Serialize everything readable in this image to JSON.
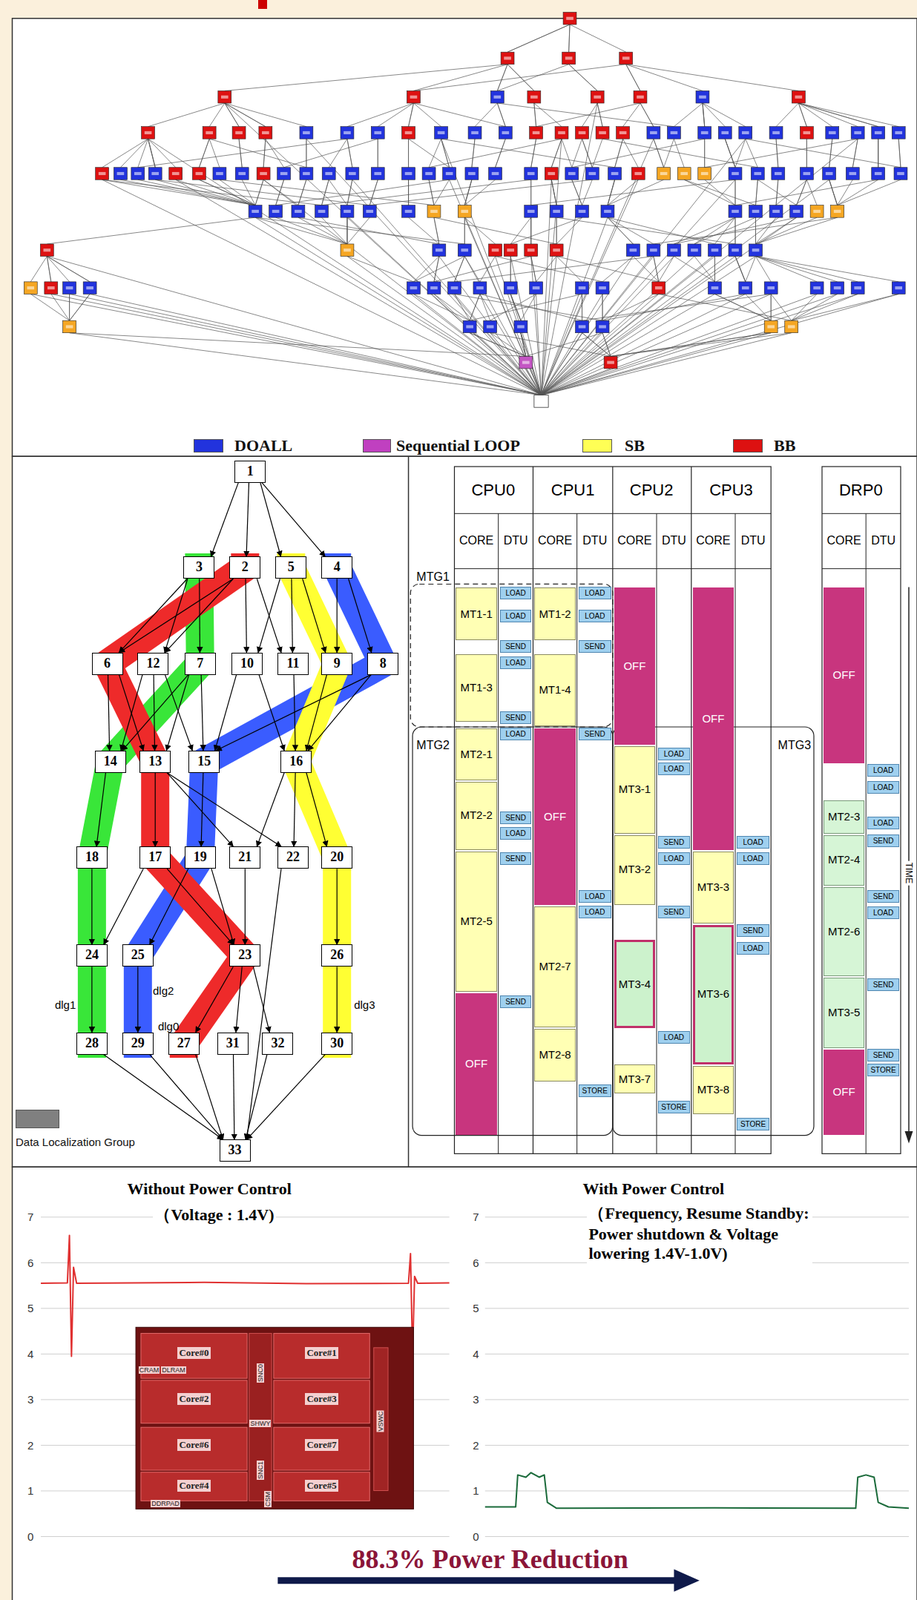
{
  "diagram": {
    "nodes": [
      {
        "text": [
          "1"
        ]
      },
      {
        "text": [
          "3"
        ]
      },
      {
        "text": [
          "2"
        ]
      },
      {
        "text": [
          "5"
        ]
      },
      {
        "text": [
          "4"
        ]
      },
      {
        "text": [
          "6"
        ]
      },
      {
        "text": [
          "12"
        ]
      },
      {
        "text": [
          "7"
        ]
      },
      {
        "text": [
          "10"
        ]
      },
      {
        "text": [
          "11"
        ]
      },
      {
        "text": [
          "9"
        ]
      },
      {
        "text": [
          "8"
        ]
      },
      {
        "text": [
          "14"
        ]
      },
      {
        "text": [
          "13"
        ]
      },
      {
        "text": [
          "15"
        ]
      },
      {
        "text": [
          "16"
        ]
      },
      {
        "text": [
          "18"
        ]
      },
      {
        "text": [
          "17"
        ]
      },
      {
        "text": [
          "19"
        ]
      },
      {
        "text": [
          "21"
        ]
      },
      {
        "text": [
          "22"
        ]
      },
      {
        "text": [
          "20"
        ]
      },
      {
        "text": [
          "24"
        ]
      },
      {
        "text": [
          "25"
        ]
      },
      {
        "text": [
          "23"
        ]
      },
      {
        "text": [
          "26"
        ]
      },
      {
        "text": [
          "28"
        ]
      },
      {
        "text": [
          "29"
        ]
      },
      {
        "text": [
          "27"
        ]
      },
      {
        "text": [
          "31"
        ]
      },
      {
        "text": [
          "32"
        ]
      },
      {
        "text": [
          "30"
        ]
      },
      {
        "text": [
          "33"
        ]
      },
      {
        "text": [
          "MT1-1"
        ]
      },
      {
        "text": [
          "MT1-3"
        ]
      },
      {
        "text": [
          "MT2-1"
        ]
      },
      {
        "text": [
          "MT2-2"
        ]
      },
      {
        "text": [
          "MT2-5"
        ]
      },
      {
        "text": [
          "OFF"
        ]
      },
      {
        "text": [
          "LOAD"
        ]
      },
      {
        "text": [
          "LOAD"
        ]
      },
      {
        "text": [
          "SEND"
        ]
      },
      {
        "text": [
          "LOAD"
        ]
      },
      {
        "text": [
          "SEND"
        ]
      },
      {
        "text": [
          "LOAD"
        ]
      },
      {
        "text": [
          "SEND"
        ]
      },
      {
        "text": [
          "LOAD"
        ]
      },
      {
        "text": [
          "SEND"
        ]
      },
      {
        "text": [
          "SEND"
        ]
      },
      {
        "text": [
          "MT1-2"
        ]
      },
      {
        "text": [
          "MT1-4"
        ]
      },
      {
        "text": [
          "OFF"
        ]
      },
      {
        "text": [
          "MT2-7"
        ]
      },
      {
        "text": [
          "MT2-8"
        ]
      },
      {
        "text": [
          "LOAD"
        ]
      },
      {
        "text": [
          "LOAD"
        ]
      },
      {
        "text": [
          "SEND"
        ]
      },
      {
        "text": [
          "SEND"
        ]
      },
      {
        "text": [
          "LOAD"
        ]
      },
      {
        "text": [
          "LOAD"
        ]
      },
      {
        "text": [
          "STORE"
        ]
      },
      {
        "text": [
          "OFF"
        ]
      },
      {
        "text": [
          "MT3-1"
        ]
      },
      {
        "text": [
          "MT3-2"
        ]
      },
      {
        "text": [
          "MT3-4"
        ]
      },
      {
        "text": [
          "MT3-7"
        ]
      },
      {
        "text": [
          "LOAD"
        ]
      },
      {
        "text": [
          "LOAD"
        ]
      },
      {
        "text": [
          "SEND"
        ]
      },
      {
        "text": [
          "LOAD"
        ]
      },
      {
        "text": [
          "SEND"
        ]
      },
      {
        "text": [
          "LOAD"
        ]
      },
      {
        "text": [
          "STORE"
        ]
      },
      {
        "text": [
          "OFF"
        ]
      },
      {
        "text": [
          "MT3-3"
        ]
      },
      {
        "text": [
          "MT3-6"
        ]
      },
      {
        "text": [
          "MT3-8"
        ]
      },
      {
        "text": [
          "LOAD"
        ]
      },
      {
        "text": [
          "LOAD"
        ]
      },
      {
        "text": [
          "SEND"
        ]
      },
      {
        "text": [
          "LOAD"
        ]
      },
      {
        "text": [
          "STORE"
        ]
      },
      {
        "text": [
          "OFF"
        ]
      },
      {
        "text": [
          "MT2-3"
        ]
      },
      {
        "text": [
          "MT2-4"
        ]
      },
      {
        "text": [
          "MT2-6"
        ]
      },
      {
        "text": [
          "MT3-5"
        ]
      },
      {
        "text": [
          "OFF"
        ]
      },
      {
        "text": [
          "LOAD"
        ]
      },
      {
        "text": [
          "LOAD"
        ]
      },
      {
        "text": [
          "LOAD"
        ]
      },
      {
        "text": [
          "SEND"
        ]
      },
      {
        "text": [
          "SEND"
        ]
      },
      {
        "text": [
          "LOAD"
        ]
      },
      {
        "text": [
          "SEND"
        ]
      },
      {
        "text": [
          "SEND"
        ]
      },
      {
        "text": [
          "STORE"
        ]
      }
    ],
    "edges": [
      {
        "from": 0,
        "to": 1,
        "arrow": "to"
      },
      {
        "from": 0,
        "to": 2,
        "arrow": "to"
      },
      {
        "from": 0,
        "to": 3,
        "arrow": "to"
      },
      {
        "from": 0,
        "to": 4,
        "arrow": "to"
      },
      {
        "from": 1,
        "to": 5,
        "arrow": "to"
      },
      {
        "from": 1,
        "to": 7,
        "arrow": "to"
      },
      {
        "from": 1,
        "to": 6,
        "arrow": "to"
      },
      {
        "from": 2,
        "to": 5,
        "arrow": "to"
      },
      {
        "from": 2,
        "to": 6,
        "arrow": "to"
      },
      {
        "from": 2,
        "to": 8,
        "arrow": "to"
      },
      {
        "from": 2,
        "to": 9,
        "arrow": "to"
      },
      {
        "from": 3,
        "to": 8,
        "arrow": "to"
      },
      {
        "from": 3,
        "to": 9,
        "arrow": "to"
      },
      {
        "from": 3,
        "to": 10,
        "arrow": "to"
      },
      {
        "from": 4,
        "to": 11,
        "arrow": "to"
      },
      {
        "from": 4,
        "to": 10,
        "arrow": "to"
      },
      {
        "from": 5,
        "to": 12,
        "arrow": "to"
      },
      {
        "from": 5,
        "to": 13,
        "arrow": "to"
      },
      {
        "from": 6,
        "to": 12,
        "arrow": "to"
      },
      {
        "from": 6,
        "to": 13,
        "arrow": "to"
      },
      {
        "from": 6,
        "to": 14,
        "arrow": "to"
      },
      {
        "from": 7,
        "to": 12,
        "arrow": "to"
      },
      {
        "from": 7,
        "to": 13,
        "arrow": "to"
      },
      {
        "from": 7,
        "to": 14,
        "arrow": "to"
      },
      {
        "from": 8,
        "to": 14,
        "arrow": "to"
      },
      {
        "from": 8,
        "to": 15,
        "arrow": "to"
      },
      {
        "from": 9,
        "to": 15,
        "arrow": "to"
      },
      {
        "from": 10,
        "to": 15,
        "arrow": "to"
      },
      {
        "from": 11,
        "to": 15,
        "arrow": "to"
      },
      {
        "from": 11,
        "to": 14,
        "arrow": "to"
      },
      {
        "from": 12,
        "to": 16,
        "arrow": "to"
      },
      {
        "from": 13,
        "to": 17,
        "arrow": "to"
      },
      {
        "from": 13,
        "to": 19,
        "arrow": "to"
      },
      {
        "from": 13,
        "to": 20,
        "arrow": "to"
      },
      {
        "from": 14,
        "to": 18,
        "arrow": "to"
      },
      {
        "from": 15,
        "to": 21,
        "arrow": "to"
      },
      {
        "from": 15,
        "to": 19,
        "arrow": "to"
      },
      {
        "from": 15,
        "to": 20,
        "arrow": "to"
      },
      {
        "from": 16,
        "to": 22,
        "arrow": "to"
      },
      {
        "from": 17,
        "to": 22,
        "arrow": "to"
      },
      {
        "from": 17,
        "to": 24,
        "arrow": "to"
      },
      {
        "from": 18,
        "to": 23,
        "arrow": "to"
      },
      {
        "from": 18,
        "to": 24,
        "arrow": "to"
      },
      {
        "from": 19,
        "to": 24,
        "arrow": "to"
      },
      {
        "from": 21,
        "to": 25,
        "arrow": "to"
      },
      {
        "from": 20,
        "to": 32,
        "arrow": "to"
      },
      {
        "from": 22,
        "to": 26,
        "arrow": "to"
      },
      {
        "from": 23,
        "to": 27,
        "arrow": "to"
      },
      {
        "from": 24,
        "to": 28,
        "arrow": "to"
      },
      {
        "from": 24,
        "to": 29,
        "arrow": "to"
      },
      {
        "from": 24,
        "to": 30,
        "arrow": "to"
      },
      {
        "from": 25,
        "to": 31,
        "arrow": "to"
      },
      {
        "from": 26,
        "to": 32,
        "arrow": "to"
      },
      {
        "from": 27,
        "to": 32,
        "arrow": "to"
      },
      {
        "from": 28,
        "to": 32,
        "arrow": "to"
      },
      {
        "from": 29,
        "to": 32,
        "arrow": "to"
      },
      {
        "from": 30,
        "to": 32,
        "arrow": "to"
      },
      {
        "from": 31,
        "to": 32,
        "arrow": "to"
      }
    ],
    "labels": [
      "dlg1",
      "dlg2",
      "dlg0",
      "dlg3",
      "CPU0",
      "CPU1",
      "CPU2",
      "CPU3",
      "DRP0",
      "CORE",
      "DTU",
      "CORE",
      "DTU",
      "CORE",
      "DTU",
      "CORE",
      "DTU",
      "CORE",
      "DTU",
      "MTG1",
      "MTG2",
      "MTG3",
      "TIME",
      "Without Power Control",
      "（Voltage : 1.4V)",
      "With Power Control",
      "（Frequency, Resume Standby: Power shutdown & Voltage lowering 1.4V-1.0V)",
      "7",
      "6",
      "5",
      "4",
      "3",
      "2",
      "1",
      "0",
      "7",
      "6",
      "5",
      "4",
      "3",
      "2",
      "1",
      "0",
      "Core#0",
      "Core#1",
      "Core#2",
      "Core#3",
      "Core#6",
      "Core#7",
      "Core#4",
      "Core#5",
      "CRAM",
      "DLRAM",
      "SNC0",
      "SHWY",
      "SNC1",
      "VSWC",
      "CSM",
      "DDRPAD",
      "88.3% Power Reduction"
    ],
    "legend": [
      {
        "text": "DOALL",
        "color": "#2233dd"
      },
      {
        "text": "Sequential LOOP",
        "color": "#c040c0"
      },
      {
        "text": "SB",
        "color": "#ffff55"
      },
      {
        "text": "BB",
        "color": "#dd1111"
      },
      {
        "text": "Data Localization Group",
        "color": "#808080"
      }
    ]
  }
}
